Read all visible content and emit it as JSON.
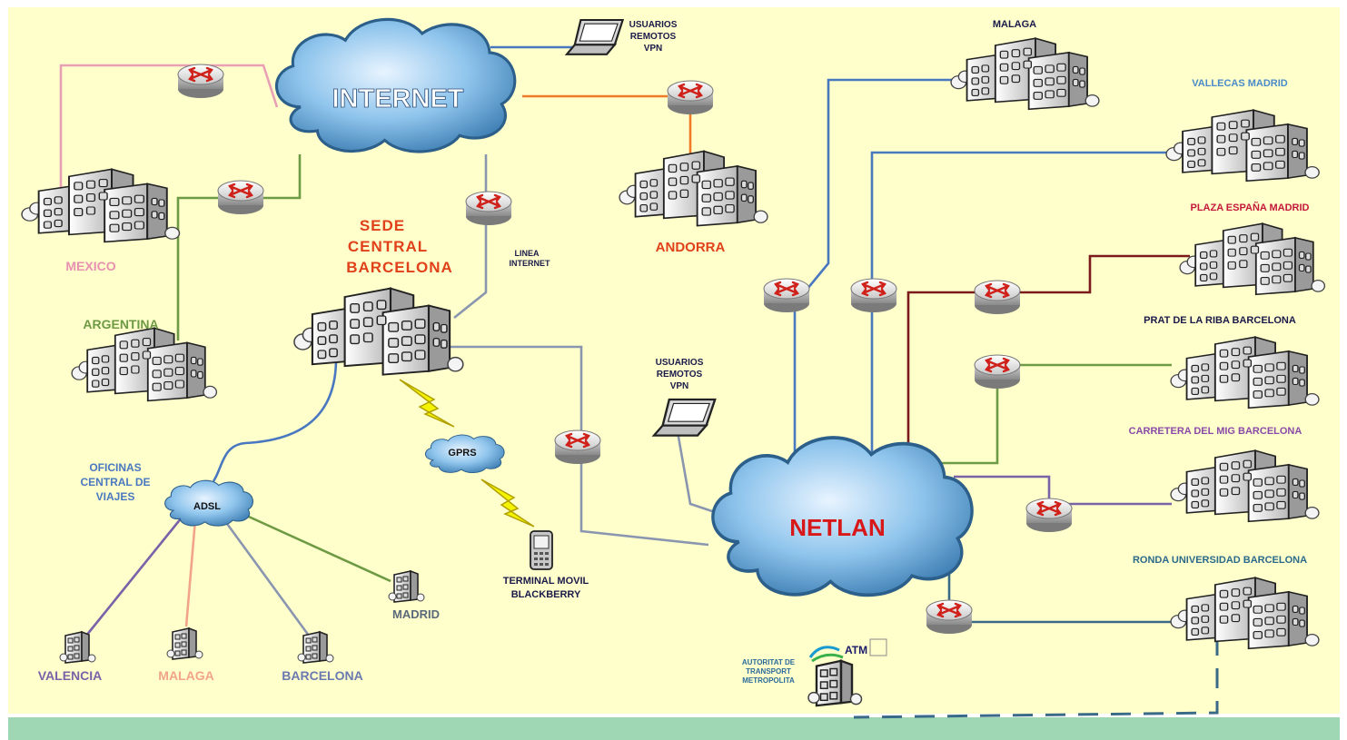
{
  "colors": {
    "background": "#ffffcc",
    "footer": "#9fd6b4",
    "line_pink": "#e8a0b4",
    "line_green": "#6e9a44",
    "line_blue": "#4a78c0",
    "line_orange": "#f07a28",
    "line_gray": "#8a96b0",
    "line_darkred": "#7a1a1a",
    "line_purple": "#7a62a8",
    "line_salmon": "#f2a488",
    "line_teal": "#3a6a88",
    "label_red": "#e0401a",
    "label_darkred": "#c4183a",
    "label_navy": "#1a1a4a"
  },
  "clouds": {
    "internet": "INTERNET",
    "netlan": "NETLAN",
    "adsl": "ADSL",
    "gprs": "GPRS"
  },
  "labels": {
    "usuarios_remotos_top": [
      "USUARIOS",
      "REMOTOS",
      "VPN"
    ],
    "usuarios_remotos_mid": [
      "USUARIOS",
      "REMOTOS",
      "VPN"
    ],
    "sede_central": [
      "SEDE",
      "CENTRAL",
      "BARCELONA"
    ],
    "linea_internet": [
      "LINEA",
      "INTERNET"
    ],
    "andorra": "ANDORRA",
    "mexico": "MEXICO",
    "argentina": "ARGENTINA",
    "oficinas": [
      "OFICINAS",
      "CENTRAL DE",
      "VIAJES"
    ],
    "terminal_movil": [
      "TERMINAL MOVIL",
      "BLACKBERRY"
    ],
    "madrid": "MADRID",
    "valencia": "VALENCIA",
    "malaga_small": "MALAGA",
    "barcelona": "BARCELONA",
    "malaga": "MALAGA",
    "vallecas": "VALLECAS    MADRID",
    "plaza_espana": "PLAZA ESPAÑA MADRID",
    "prat": "PRAT  DE  LA  RIBA  BARCELONA",
    "carretera": "CARRETERA DEL MIG  BARCELONA",
    "ronda": "RONDA UNIVERSIDAD BARCELONA",
    "autoritat": [
      "AUTORITAT DE",
      "TRANSPORT",
      "METROPOLITA"
    ],
    "atm": "ATM"
  }
}
